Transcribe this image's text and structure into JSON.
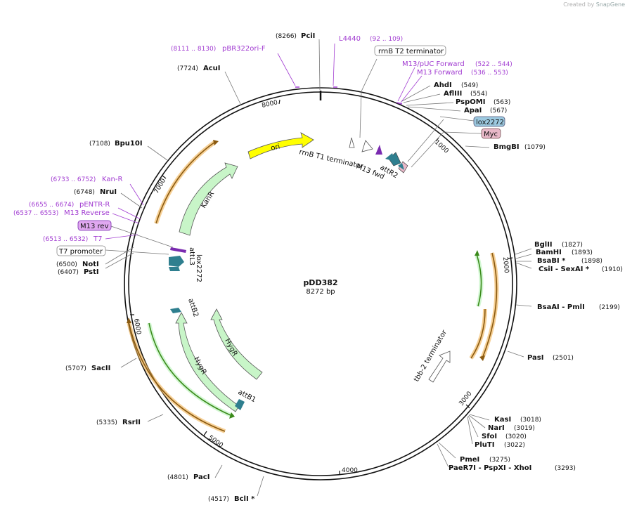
{
  "credit": {
    "prefix": "Created by",
    "brand": "SnapGene"
  },
  "plasmid": {
    "name": "pDD382",
    "size": "8272 bp"
  },
  "ticks": [
    "1000",
    "2000",
    "3000",
    "4000",
    "5000",
    "6000",
    "7000",
    "8000"
  ],
  "enzymes": [
    {
      "id": "pcii",
      "name": "PciI",
      "pos": "(8266)"
    },
    {
      "id": "acui",
      "name": "AcuI",
      "pos": "(7724)"
    },
    {
      "id": "bpu10i",
      "name": "Bpu10I",
      "pos": "(7108)"
    },
    {
      "id": "nrui",
      "name": "NruI",
      "pos": "(6748)"
    },
    {
      "id": "noti",
      "name": "NotI",
      "pos": "(6500)"
    },
    {
      "id": "psti",
      "name": "PstI",
      "pos": "(6407)"
    },
    {
      "id": "sacii",
      "name": "SacII",
      "pos": "(5707)"
    },
    {
      "id": "rsrii",
      "name": "RsrII",
      "pos": "(5335)"
    },
    {
      "id": "paci",
      "name": "PacI",
      "pos": "(4801)"
    },
    {
      "id": "bcli",
      "name": "BclI *",
      "pos": "(4517)"
    },
    {
      "id": "ahdi",
      "name": "AhdI",
      "pos": "(549)"
    },
    {
      "id": "afliii",
      "name": "AflIII",
      "pos": "(554)"
    },
    {
      "id": "pspomi",
      "name": "PspOMI",
      "pos": "(563)"
    },
    {
      "id": "apai",
      "name": "ApaI",
      "pos": "(567)"
    },
    {
      "id": "bmgbi",
      "name": "BmgBI",
      "pos": "(1079)"
    },
    {
      "id": "bglii",
      "name": "BglII",
      "pos": "(1827)"
    },
    {
      "id": "bamhi",
      "name": "BamHI",
      "pos": "(1893)"
    },
    {
      "id": "bsabi",
      "name": "BsaBI  *",
      "pos": "(1898)"
    },
    {
      "id": "csii",
      "name": "CsiI   - SexAI  *",
      "pos": "(1910)"
    },
    {
      "id": "bsaai",
      "name": "BsaAI    - PmlI",
      "pos": "(2199)"
    },
    {
      "id": "pasi",
      "name": "PasI",
      "pos": "(2501)"
    },
    {
      "id": "kasi",
      "name": "KasI",
      "pos": "(3018)"
    },
    {
      "id": "nari",
      "name": "NarI",
      "pos": "(3019)"
    },
    {
      "id": "sfoi",
      "name": "SfoI",
      "pos": "(3020)"
    },
    {
      "id": "pluti",
      "name": "PluTI",
      "pos": "(3022)"
    },
    {
      "id": "pmei",
      "name": "PmeI",
      "pos": "(3275)"
    },
    {
      "id": "paer7i",
      "name": "PaeR7I    - PspXI    - XhoI",
      "pos": "(3293)"
    }
  ],
  "primers": [
    {
      "id": "pbr322ori",
      "name": "pBR322ori-F",
      "pos": "(8111 .. 8130)"
    },
    {
      "id": "l4440",
      "name": "L4440",
      "pos": "(92 .. 109)"
    },
    {
      "id": "m13puc",
      "name": "M13/pUC Forward",
      "pos": "(522 .. 544)"
    },
    {
      "id": "m13fwd",
      "name": "M13 Forward",
      "pos": "(536 .. 553)"
    },
    {
      "id": "kanr",
      "name": "Kan-R",
      "pos": "(6733 .. 6752)"
    },
    {
      "id": "pentr",
      "name": "pENTR-R",
      "pos": "(6655 .. 6674)"
    },
    {
      "id": "m13rev",
      "name": "M13 Reverse",
      "pos": "(6537 .. 6553)"
    },
    {
      "id": "t7",
      "name": "T7",
      "pos": "(6513 .. 6532)"
    }
  ],
  "boxed_labels": [
    {
      "id": "rrnbt2",
      "text": "rrnB T2 terminator",
      "style": "plain"
    },
    {
      "id": "lox2272box",
      "text": "lox2272",
      "style": "blue"
    },
    {
      "id": "mycbox",
      "text": "Myc",
      "style": "pink"
    },
    {
      "id": "m13revbox",
      "text": "M13 rev",
      "style": "purple"
    },
    {
      "id": "t7promoter",
      "text": "T7 promoter",
      "style": "plain"
    }
  ],
  "features": [
    {
      "id": "ori",
      "text": "ori"
    },
    {
      "id": "kanr",
      "text": "KanR"
    },
    {
      "id": "rrnbt1",
      "text": "rrnB T1 terminator"
    },
    {
      "id": "m13fwd",
      "text": "M13 fwd"
    },
    {
      "id": "attr2",
      "text": "attR2"
    },
    {
      "id": "attl3",
      "text": "attL3"
    },
    {
      "id": "lox2272",
      "text": "lox2272"
    },
    {
      "id": "attb2",
      "text": "attB2"
    },
    {
      "id": "hygr1",
      "text": "HygR"
    },
    {
      "id": "hygr2",
      "text": "HygR"
    },
    {
      "id": "attb1",
      "text": "attB1"
    },
    {
      "id": "tbb2",
      "text": "tbb-2 terminator"
    }
  ],
  "colors": {
    "primer": "#a13bd1",
    "ori": "#ffff00",
    "resistance": "#c8f5c8",
    "orf": "#f0b050",
    "att": "#2f7f8f",
    "lox": "#9cc9e0",
    "myc": "#e8b8c8"
  }
}
